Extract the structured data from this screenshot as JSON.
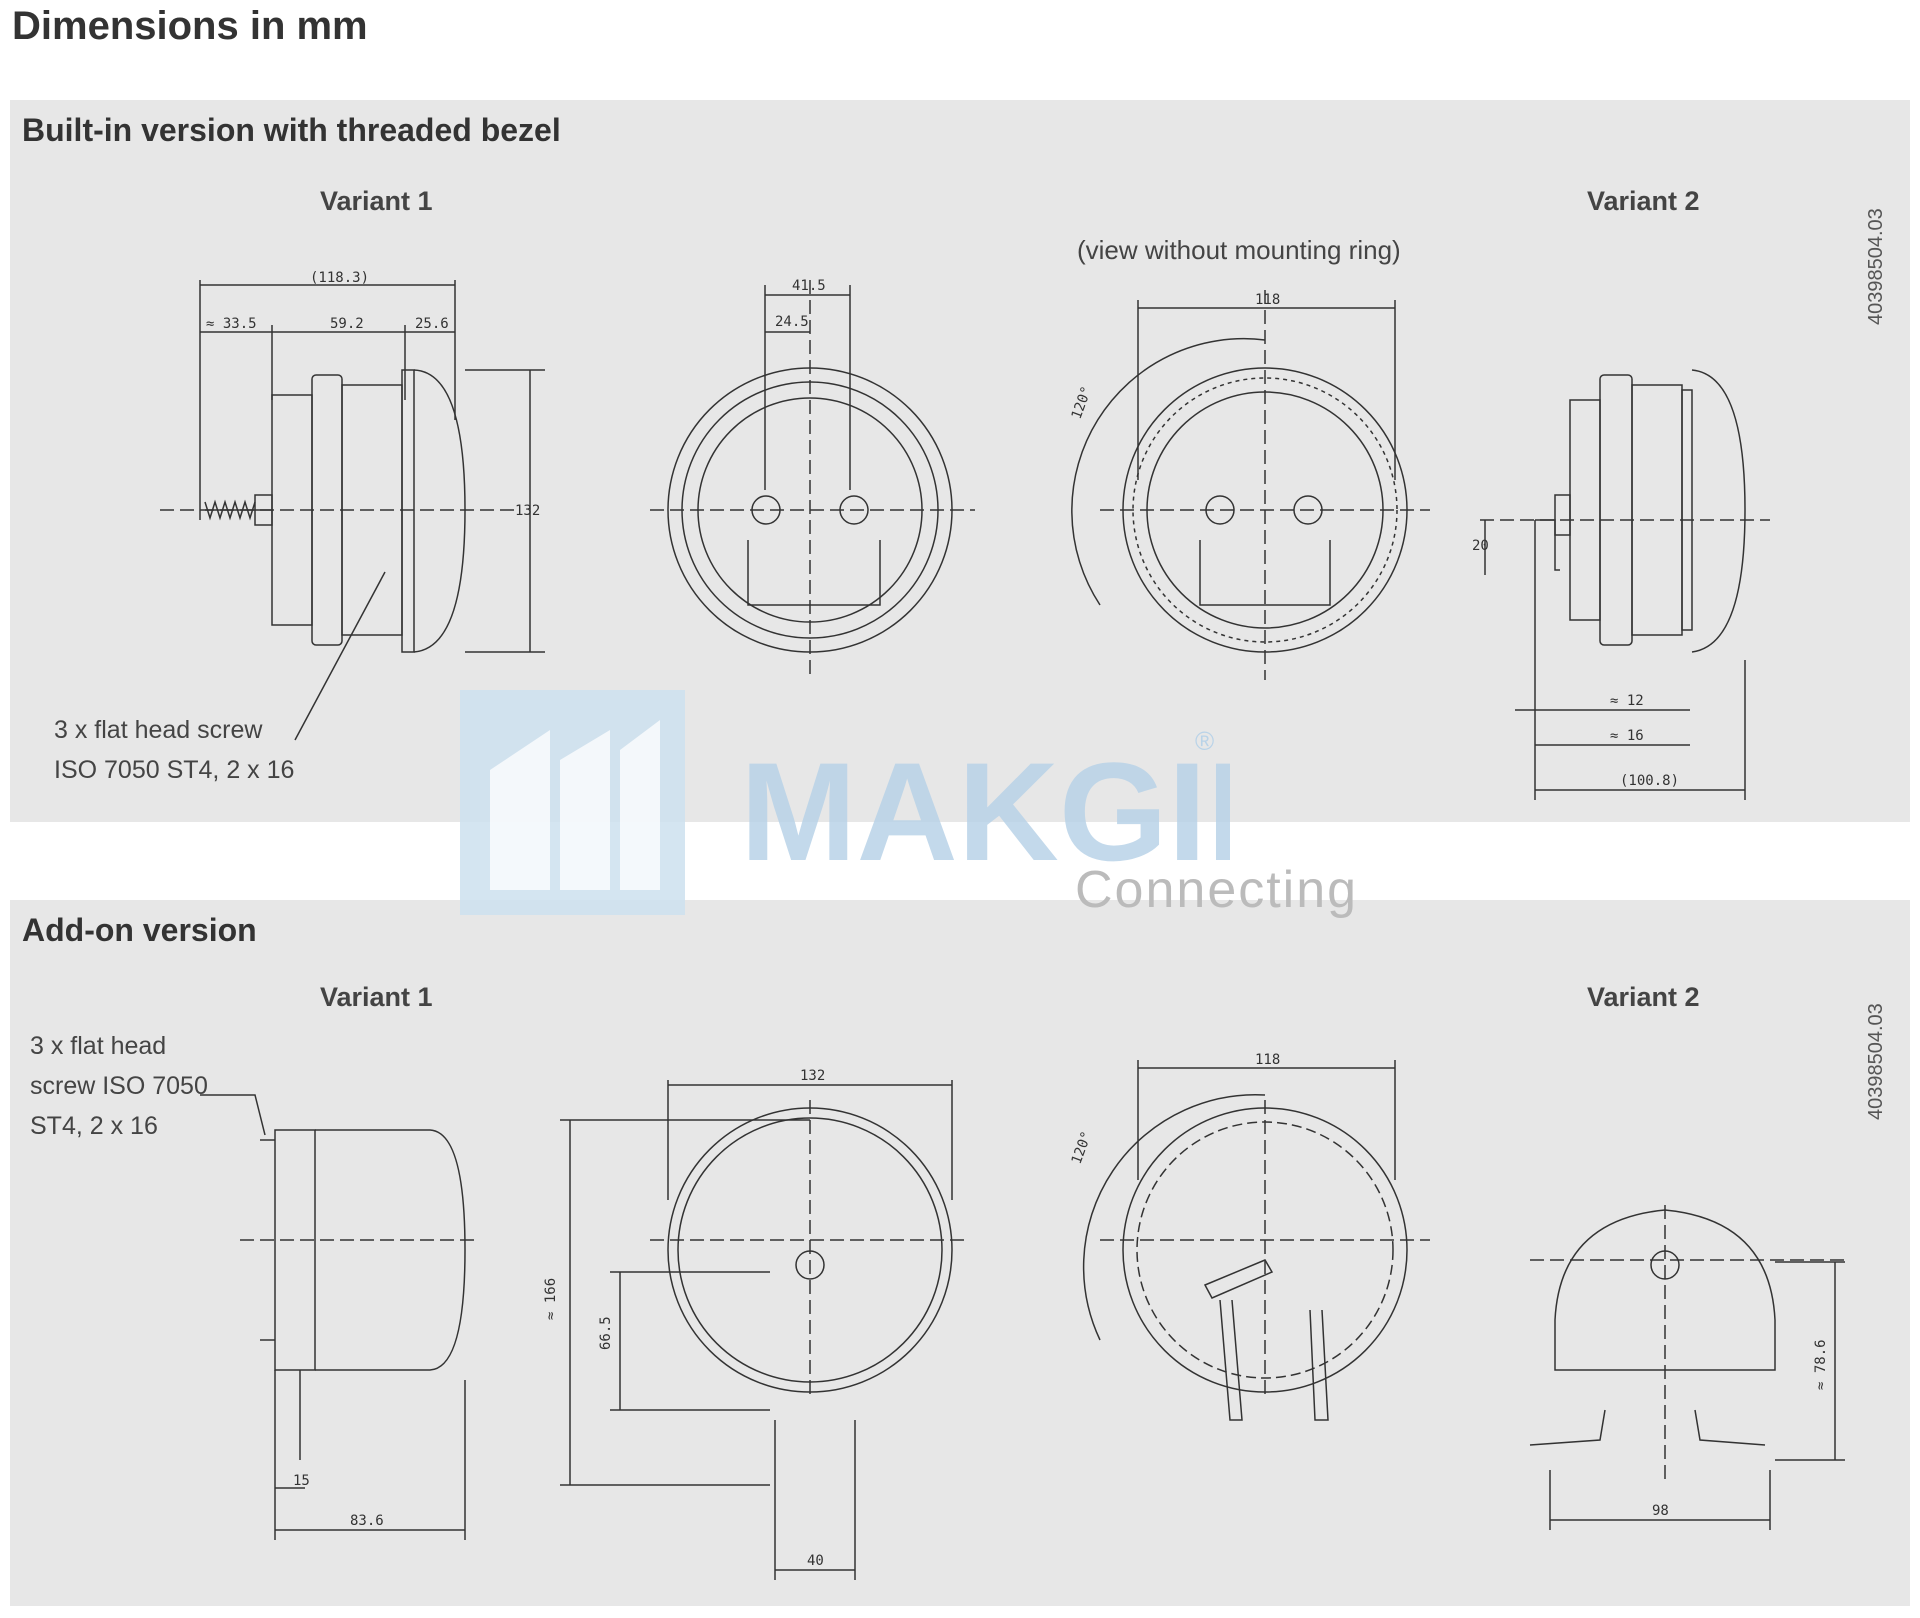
{
  "page_title": "Dimensions in mm",
  "section1": {
    "heading": "Built-in version with threaded bezel",
    "variant1": "Variant 1",
    "variant2": "Variant 2",
    "view_note": "(view without mounting ring)",
    "screw_note_line1": "3 x flat head screw",
    "screw_note_line2": "ISO 7050 ST4, 2 x 16",
    "doc_id": "40398504.03",
    "dims": {
      "overall": "(118.3)",
      "d1": "≈ 33.5",
      "d2": "59.2",
      "d3": "25.6",
      "height": "132",
      "top1": "41.5",
      "top2": "24.5",
      "dia": "118",
      "angle": "120°",
      "v2_h": "20",
      "v2_a": "≈ 12",
      "v2_b": "≈ 16",
      "v2_c": "(100.8)"
    }
  },
  "section2": {
    "heading": "Add-on version",
    "variant1": "Variant 1",
    "variant2": "Variant 2",
    "screw_note_line1": "3 x flat head",
    "screw_note_line2": "screw ISO 7050",
    "screw_note_line3": "ST4, 2 x 16",
    "doc_id": "40398504.03",
    "dims": {
      "d15": "15",
      "d83": "83.6",
      "width132": "132",
      "h166": "≈ 166",
      "h66": "66.5",
      "d40": "40",
      "dia118": "118",
      "angle": "120°",
      "h78": "≈ 78.6",
      "w98": "98"
    }
  },
  "watermark": {
    "brand": "MAKGIL",
    "tagline": "Connecting",
    "mark": "®",
    "brand_color": "#b9d3e8"
  }
}
